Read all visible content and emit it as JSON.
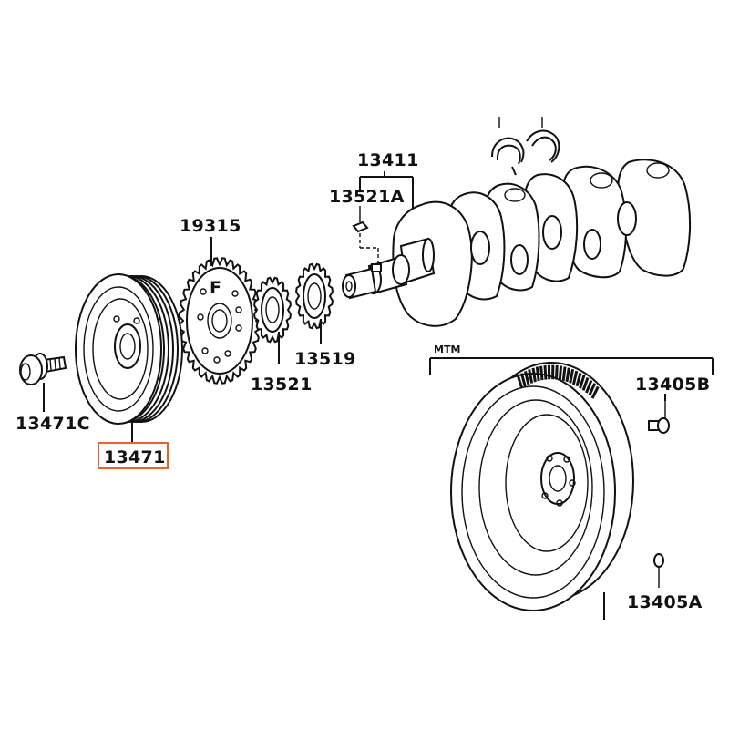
{
  "diagram": {
    "labels": {
      "p13411": "13411",
      "p13521A": "13521A",
      "p19315": "19315",
      "p13521": "13521",
      "p13519": "13519",
      "p13471C": "13471C",
      "p13471": "13471",
      "p13405B": "13405B",
      "p13405A": "13405A",
      "mtm": "MTM",
      "sprocket_mark": "F"
    },
    "highlighted_part": "13471",
    "highlight_color": "#e8622a"
  }
}
